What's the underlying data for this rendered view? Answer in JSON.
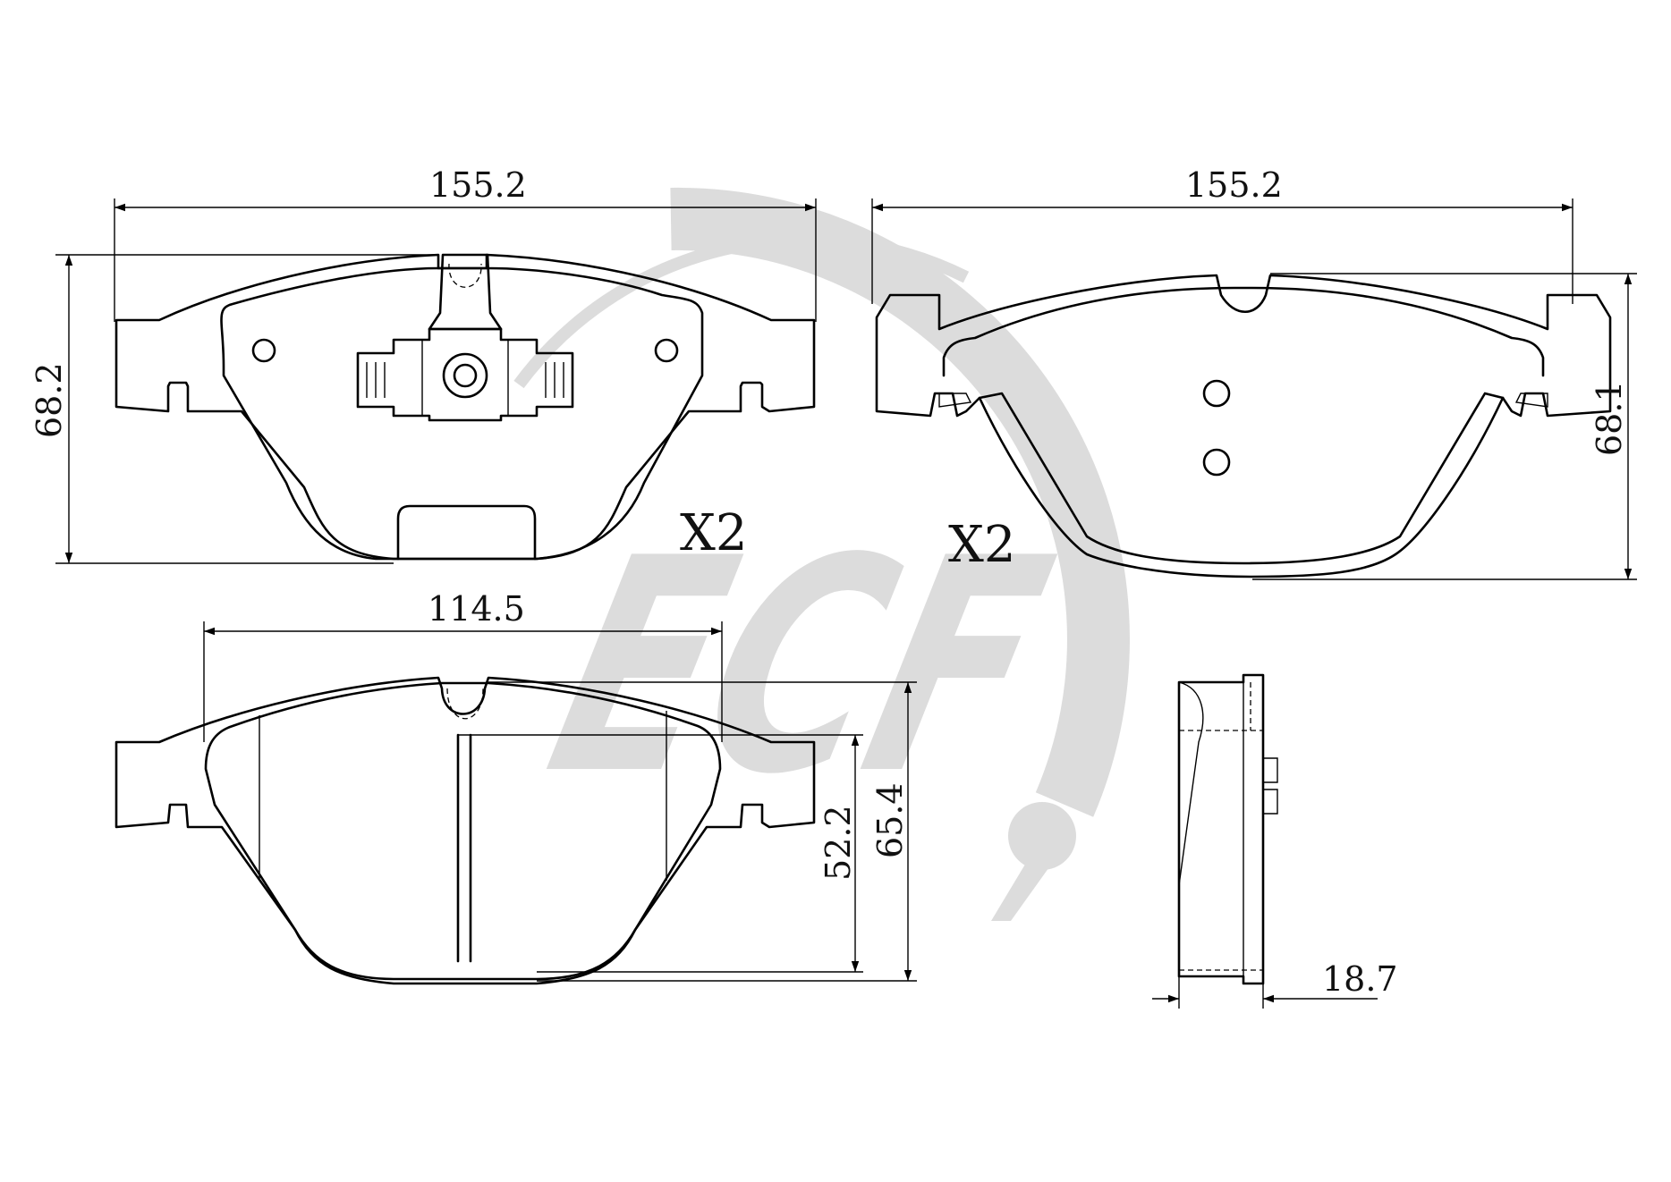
{
  "watermark": {
    "text": "ECF",
    "color": "#dcdcdc"
  },
  "dimensions": {
    "top_left_width": "155.2",
    "top_left_height": "68.2",
    "top_right_width": "155.2",
    "top_right_height": "68.1",
    "bottom_width": "114.5",
    "bottom_inner_height": "52.2",
    "bottom_outer_height": "65.4",
    "side_thickness": "18.7"
  },
  "quantities": {
    "left_pad": "X2",
    "right_pad": "X2"
  },
  "colors": {
    "line": "#000000",
    "background": "#ffffff"
  }
}
